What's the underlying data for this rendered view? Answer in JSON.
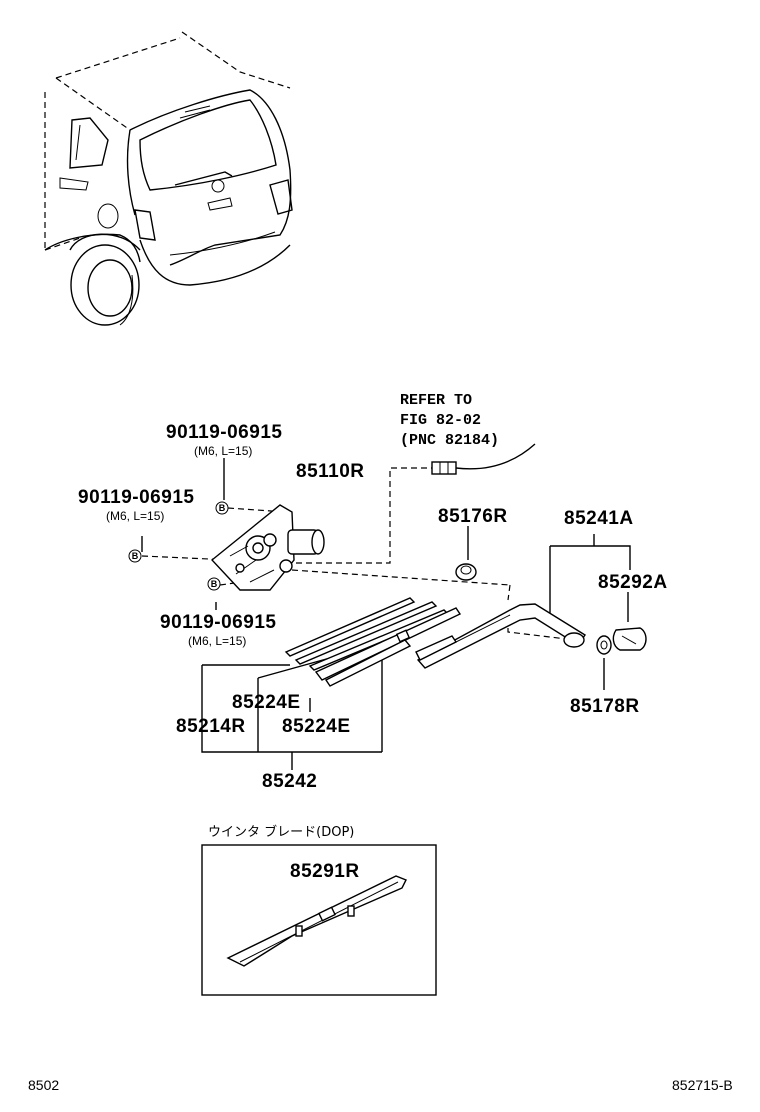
{
  "diagram": {
    "bolt_marker": "B",
    "bolts": [
      {
        "part_no": "90119-06915",
        "spec": "(M6, L=15)"
      },
      {
        "part_no": "90119-06915",
        "spec": "(M6, L=15)"
      },
      {
        "part_no": "90119-06915",
        "spec": "(M6, L=15)"
      }
    ],
    "refer": {
      "line1": "REFER TO",
      "line2": "FIG 82-02",
      "line3": "(PNC 82184)"
    },
    "parts": {
      "motor": "85110R",
      "cap": "85176R",
      "arm_assy": "85241A",
      "arm_cover": "85292A",
      "nut": "85178R",
      "rubber_a": "85224E",
      "rubber_b": "85224E",
      "blade_left": "85214R",
      "blade_set": "85242",
      "dop_blade": "85291R"
    },
    "dop_label": "ウインタ ブレード(DOP)",
    "footer": {
      "left": "8502",
      "right": "852715-B"
    }
  }
}
